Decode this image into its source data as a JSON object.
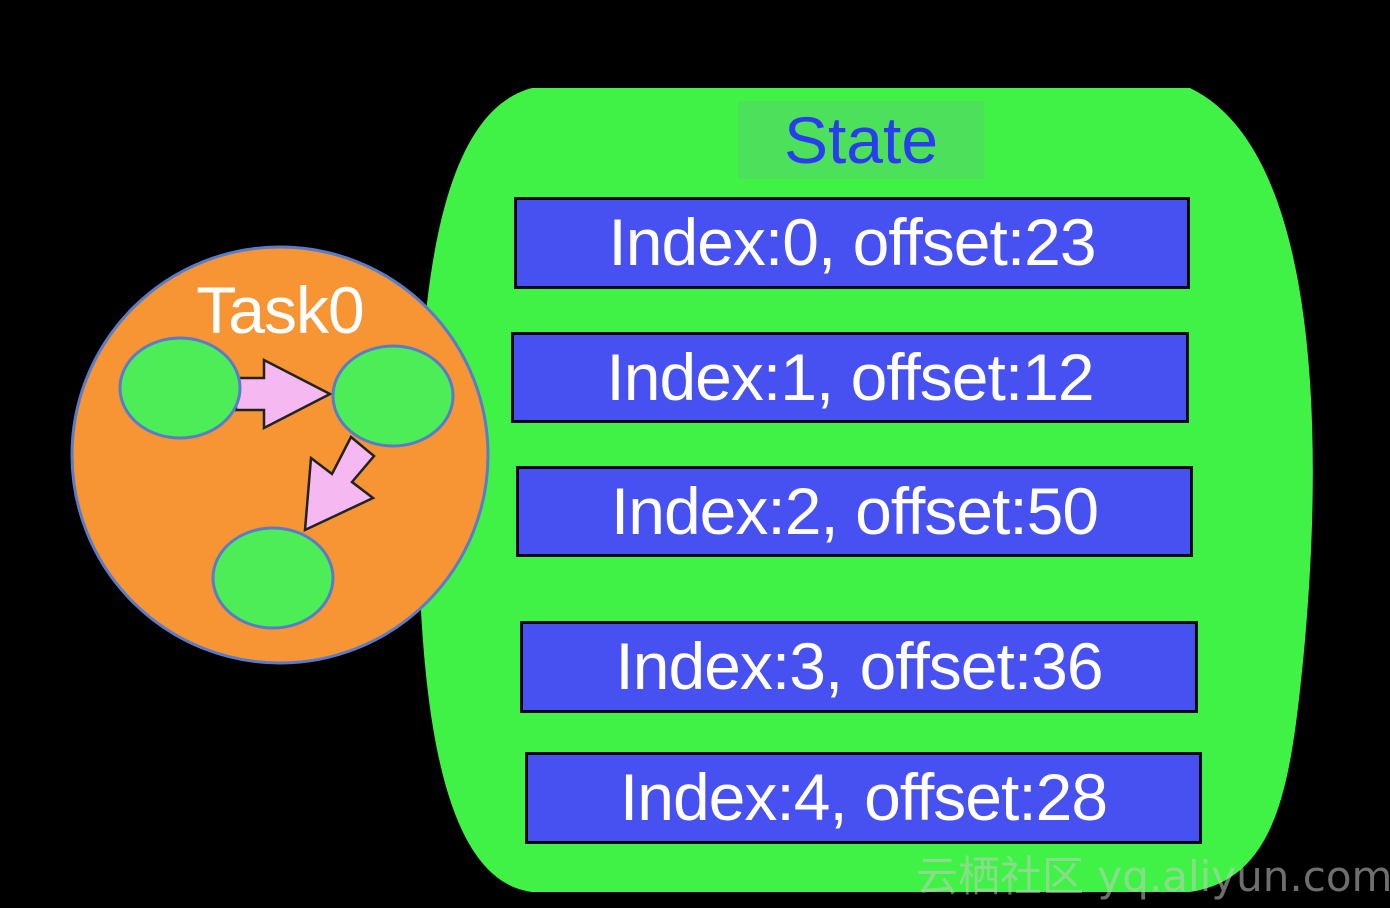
{
  "diagram": {
    "task": {
      "label": "Task0",
      "fill_color": "#f79433",
      "node_color": "#4ded58",
      "arrow_color": "#f5b8f0"
    },
    "state": {
      "title": "State",
      "fill_color": "#40f245",
      "title_color": "#2a3cf0",
      "entries": [
        {
          "label": "Index:0, offset:23"
        },
        {
          "label": "Index:1, offset:12"
        },
        {
          "label": "Index:2, offset:50"
        },
        {
          "label": "Index:3, offset:36"
        },
        {
          "label": "Index:4, offset:28"
        }
      ],
      "entry_color": "#4750f0"
    }
  },
  "watermark": {
    "text": "云栖社区 yq.aliyun.com"
  }
}
